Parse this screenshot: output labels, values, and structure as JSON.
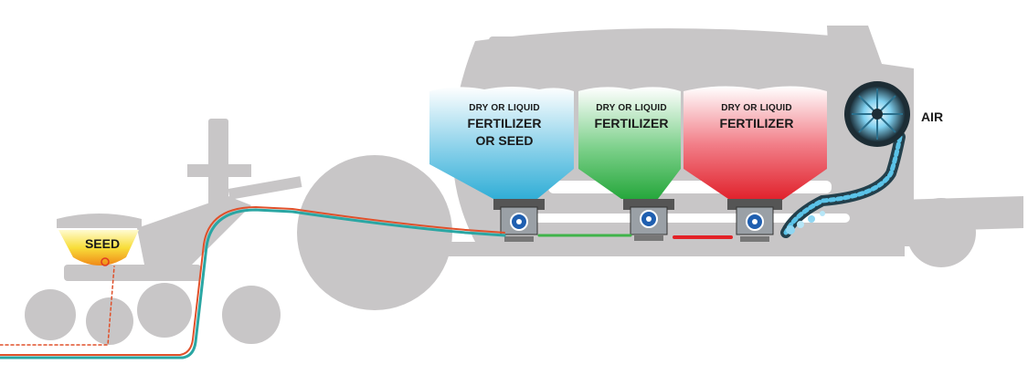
{
  "labels": {
    "seed": "SEED",
    "air": "AIR",
    "tank1": {
      "line1": "DRY OR LIQUID",
      "line2": "FERTILIZER",
      "line3": "OR SEED"
    },
    "tank2": {
      "line1": "DRY OR LIQUID",
      "line2": "FERTILIZER"
    },
    "tank3": {
      "line1": "DRY OR LIQUID",
      "line2": "FERTILIZER"
    }
  },
  "icons": {
    "fan": "fan-icon",
    "meter": "meter-icon"
  },
  "colors": {
    "machine": "#c8c6c7",
    "tank1": "#4fb9d9",
    "tank2": "#3fb349",
    "tank3": "#e32227",
    "seed": "#f7d21e",
    "line_teal": "#2aa6a3",
    "line_red": "#e0502a",
    "air": "#5bc3e8"
  }
}
